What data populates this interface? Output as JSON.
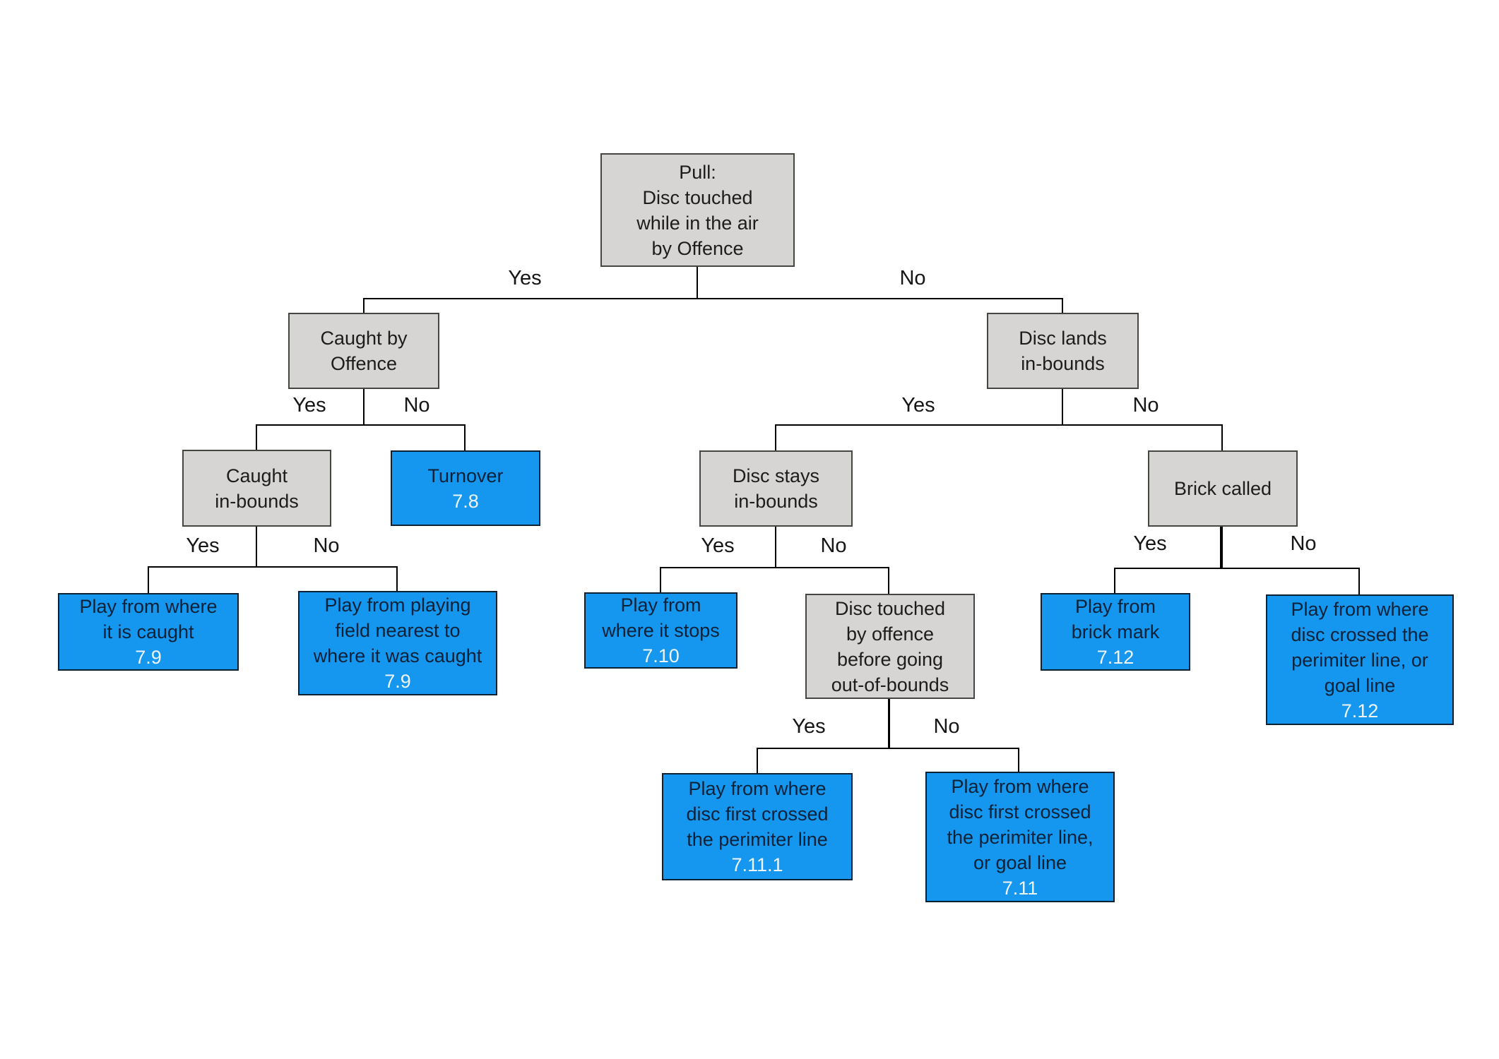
{
  "diagram": {
    "type": "decision-tree-flowchart",
    "colors": {
      "background": "#ffffff",
      "decision_fill": "#d6d5d3",
      "decision_border": "#454541",
      "decision_text": "#1c1c1c",
      "outcome_fill": "#1697ef",
      "outcome_border": "#0c2133",
      "outcome_text": "#0a2138",
      "ref_text": "#edf5fb",
      "line_color": "#000000"
    },
    "edge_labels": {
      "yes": "Yes",
      "no": "No"
    },
    "nodes": {
      "root": {
        "text": "Pull:\nDisc touched\nwhile in the air\nby Offence"
      },
      "caught_by_offence": {
        "text": "Caught by\nOffence"
      },
      "disc_lands_inbounds": {
        "text": "Disc lands\nin-bounds"
      },
      "caught_inbounds": {
        "text": "Caught\nin-bounds"
      },
      "turnover": {
        "text": "Turnover",
        "ref": "7.8"
      },
      "play_where_caught": {
        "text": "Play from where\nit is caught",
        "ref": "7.9"
      },
      "play_field_nearest": {
        "text": "Play from playing\nfield nearest to\nwhere it was caught",
        "ref": "7.9"
      },
      "disc_stays_inbounds": {
        "text": "Disc stays\nin-bounds"
      },
      "play_where_stops": {
        "text": "Play from\nwhere it stops",
        "ref": "7.10"
      },
      "disc_touched_before_oob": {
        "text": "Disc touched\nby offence\nbefore going\nout-of-bounds"
      },
      "play_first_crossed_perimiter": {
        "text": "Play from where\ndisc first crossed\nthe perimiter line",
        "ref": "7.11.1"
      },
      "play_first_crossed_goal": {
        "text": "Play from where\ndisc first crossed\nthe perimiter line,\nor goal line",
        "ref": "7.11"
      },
      "brick_called": {
        "text": "Brick called"
      },
      "play_brick_mark": {
        "text": "Play from\nbrick mark",
        "ref": "7.12"
      },
      "play_crossed_perimiter_goal": {
        "text": "Play from where\ndisc crossed the\nperimiter line, or\ngoal line",
        "ref": "7.12"
      }
    }
  }
}
